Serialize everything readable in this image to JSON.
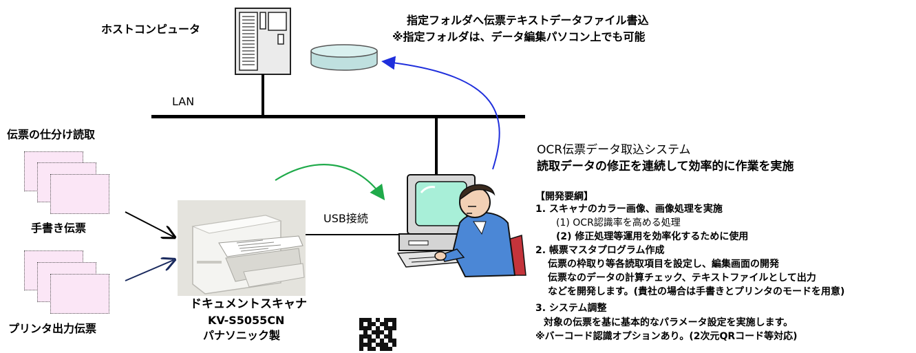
{
  "host": {
    "label": "ホストコンピュータ"
  },
  "folder": {
    "line1": "指定フォルダへ伝票テキストデータファイル書込",
    "line2": "※指定フォルダは、データ編集パソコン上でも可能"
  },
  "network": {
    "label": "LAN"
  },
  "slips": {
    "section_title": "伝票の仕分け読取",
    "handwritten_label": "手書き伝票",
    "printer_label": "プリンタ出力伝票"
  },
  "scanner": {
    "name": "ドキュメントスキャナ",
    "model": "KV-S5055CN",
    "maker": "パナソニック製"
  },
  "connection": {
    "label": "USB接続"
  },
  "system": {
    "title": "OCR伝票データ取込システム",
    "subtitle": "読取データの修正を連続して効率的に作業を実施"
  },
  "outline": {
    "heading": "【開発要綱】",
    "lines": [
      "1. スキャナのカラー画像、画像処理を実施",
      "(1)  OCR認識率を高める処理",
      "(2)  修正処理等運用を効率化するために使用",
      "2. 帳票マスタプログラム作成",
      "伝票の枠取り等各読取項目を設定し、編集画面の開発",
      "伝票なのデータの計算チェック、テキストファイルとして出力",
      "などを開発します。(貴社の場合は手書きとプリンタのモードを用意)",
      "3. システム調整",
      "対象の伝票を基に基本的なパラメータ設定を実施します。",
      "※バーコード認識オプションあり。(2次元QRコード等対応)"
    ]
  },
  "colors": {
    "blue_arrow": "#1f2fdc",
    "green_arrow": "#1faa4a",
    "navy_arrow": "#1a2a5e",
    "slip_fill": "#fbe6f6",
    "disk_fill": "#c8e6e6"
  }
}
